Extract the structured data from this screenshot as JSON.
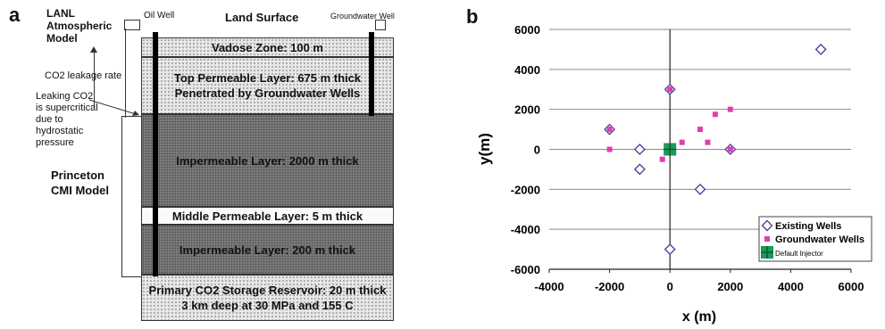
{
  "panel_a": {
    "letter": "a",
    "lanl_label": [
      "LANL",
      "Atmospheric",
      "Model"
    ],
    "oil_well": "Oil Well",
    "land_surface": "Land Surface",
    "groundwater_well": "Groundwater Well",
    "leak_rate": "CO2 leakage rate",
    "leaking_co2": [
      "Leaking CO2",
      "is supercritical",
      "due to",
      "hydrostatic",
      "pressure"
    ],
    "princeton_label": [
      "Princeton",
      "CMI Model"
    ],
    "layers": {
      "vadose": "Vadose Zone: 100 m",
      "top_permeable": [
        "Top Permeable Layer: 675 m thick",
        "Penetrated by Groundwater Wells"
      ],
      "impermeable_1": "Impermeable Layer: 2000 m thick",
      "middle_permeable": "Middle Permeable Layer: 5 m thick",
      "impermeable_2": "Impermeable Layer: 200 m thick",
      "reservoir": [
        "Primary CO2 Storage Reservoir: 20 m thick",
        "3 km deep at 30 MPa and 155 C"
      ]
    }
  },
  "chart_data": {
    "type": "scatter",
    "panel_letter": "b",
    "xlabel": "x (m)",
    "ylabel": "y(m)",
    "xlim": [
      -4000,
      6000
    ],
    "ylim": [
      -6000,
      6000
    ],
    "xticks": [
      "-4000",
      "-2000",
      "0",
      "2000",
      "4000",
      "6000"
    ],
    "yticks": [
      "6000",
      "4000",
      "2000",
      "0",
      "-2000",
      "-4000",
      "-6000"
    ],
    "grid": "horizontal",
    "legend_position": "bottom-right",
    "series": [
      {
        "name": "Existing Wells",
        "marker": "diamond",
        "color": "#5a3f9a",
        "points": [
          [
            5000,
            5000
          ],
          [
            0,
            3000
          ],
          [
            -2000,
            1000
          ],
          [
            -1000,
            0
          ],
          [
            2000,
            0
          ],
          [
            -1000,
            -1000
          ],
          [
            1000,
            -2000
          ],
          [
            0,
            -5000
          ]
        ]
      },
      {
        "name": "Groundwater Wells",
        "marker": "square",
        "color": "#e03fb0",
        "points": [
          [
            -2000,
            1000
          ],
          [
            -2000,
            0
          ],
          [
            0,
            3000
          ],
          [
            2000,
            2000
          ],
          [
            1500,
            1750
          ],
          [
            1000,
            1000
          ],
          [
            1250,
            350
          ],
          [
            400,
            350
          ],
          [
            -250,
            -500
          ],
          [
            2000,
            0
          ]
        ]
      },
      {
        "name": "Default Injector",
        "marker": "cross-square",
        "color": "#1a9a5a",
        "points": [
          [
            0,
            0
          ]
        ]
      }
    ]
  }
}
